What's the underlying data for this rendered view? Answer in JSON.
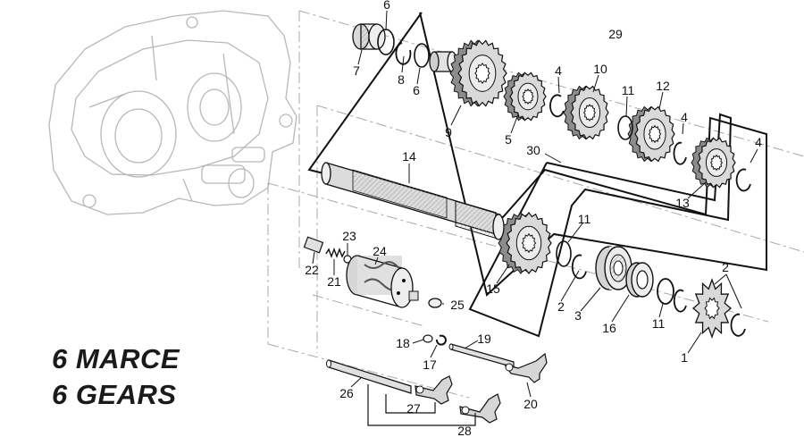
{
  "title": {
    "line1": "6 MARCE",
    "line2": "6 GEARS"
  },
  "colors": {
    "ink": "#1a1a1a",
    "part_fill": "#d9d9d9",
    "part_dark": "#8c8c8c",
    "ghost": "#bfbfbf"
  },
  "callouts": [
    {
      "id": "6",
      "name": "callout-6-top",
      "part": "shim"
    },
    {
      "id": "7",
      "name": "callout-7",
      "part": "needle-bearing"
    },
    {
      "id": "8",
      "name": "callout-8",
      "part": "circlip"
    },
    {
      "id": "6",
      "name": "callout-6-mid",
      "part": "shim"
    },
    {
      "id": "9",
      "name": "callout-9",
      "part": "gear"
    },
    {
      "id": "5",
      "name": "callout-5",
      "part": "gear"
    },
    {
      "id": "4",
      "name": "callout-4-a",
      "part": "circlip"
    },
    {
      "id": "10",
      "name": "callout-10",
      "part": "gear"
    },
    {
      "id": "11",
      "name": "callout-11-a",
      "part": "shim"
    },
    {
      "id": "12",
      "name": "callout-12",
      "part": "gear"
    },
    {
      "id": "4",
      "name": "callout-4-b",
      "part": "circlip"
    },
    {
      "id": "29",
      "name": "callout-29",
      "part": "secondary-shaft-assembly"
    },
    {
      "id": "30",
      "name": "callout-30",
      "part": "primary-shaft-assembly"
    },
    {
      "id": "4",
      "name": "callout-4-c",
      "part": "circlip"
    },
    {
      "id": "13",
      "name": "callout-13",
      "part": "gear"
    },
    {
      "id": "14",
      "name": "callout-14",
      "part": "main-shaft"
    },
    {
      "id": "11",
      "name": "callout-11-b",
      "part": "shim"
    },
    {
      "id": "15",
      "name": "callout-15",
      "part": "gear"
    },
    {
      "id": "2",
      "name": "callout-2-a",
      "part": "circlip"
    },
    {
      "id": "3",
      "name": "callout-3",
      "part": "bearing"
    },
    {
      "id": "16",
      "name": "callout-16",
      "part": "oil-seal"
    },
    {
      "id": "11",
      "name": "callout-11-c",
      "part": "shim"
    },
    {
      "id": "2",
      "name": "callout-2-b",
      "part": "circlip"
    },
    {
      "id": "1",
      "name": "callout-1",
      "part": "sprocket"
    },
    {
      "id": "23",
      "name": "callout-23",
      "part": "ball"
    },
    {
      "id": "24",
      "name": "callout-24",
      "part": "selector-drum"
    },
    {
      "id": "22",
      "name": "callout-22",
      "part": "pin"
    },
    {
      "id": "21",
      "name": "callout-21",
      "part": "spring"
    },
    {
      "id": "25",
      "name": "callout-25",
      "part": "washer"
    },
    {
      "id": "18",
      "name": "callout-18",
      "part": "washer"
    },
    {
      "id": "19",
      "name": "callout-19",
      "part": "fork-shaft"
    },
    {
      "id": "17",
      "name": "callout-17",
      "part": "circlip"
    },
    {
      "id": "20",
      "name": "callout-20",
      "part": "selector-fork"
    },
    {
      "id": "26",
      "name": "callout-26",
      "part": "fork-shaft"
    },
    {
      "id": "27",
      "name": "callout-27",
      "part": "selector-fork"
    },
    {
      "id": "28",
      "name": "callout-28",
      "part": "selector-fork-set"
    }
  ]
}
